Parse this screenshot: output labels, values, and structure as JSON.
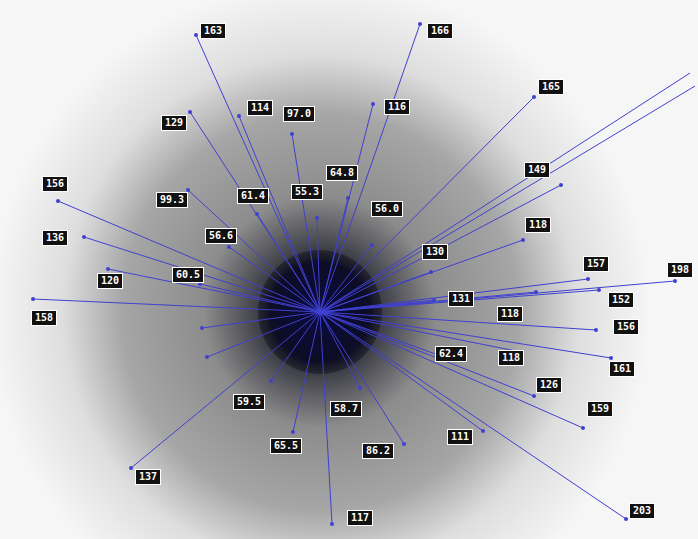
{
  "diagram": {
    "labels": [
      "166",
      "163",
      "165",
      "116",
      "114",
      "97.0",
      "129",
      "149",
      "64.8",
      "55.3",
      "156",
      "61.4",
      "99.3",
      "56.0",
      "118",
      "56.6",
      "136",
      "130",
      "157",
      "198",
      "60.5",
      "120",
      "131",
      "152",
      "118",
      "158",
      "156",
      "62.4",
      "118",
      "161",
      "126",
      "59.5",
      "58.7",
      "159",
      "111",
      "65.5",
      "86.2",
      "137",
      "203",
      "117"
    ]
  }
}
